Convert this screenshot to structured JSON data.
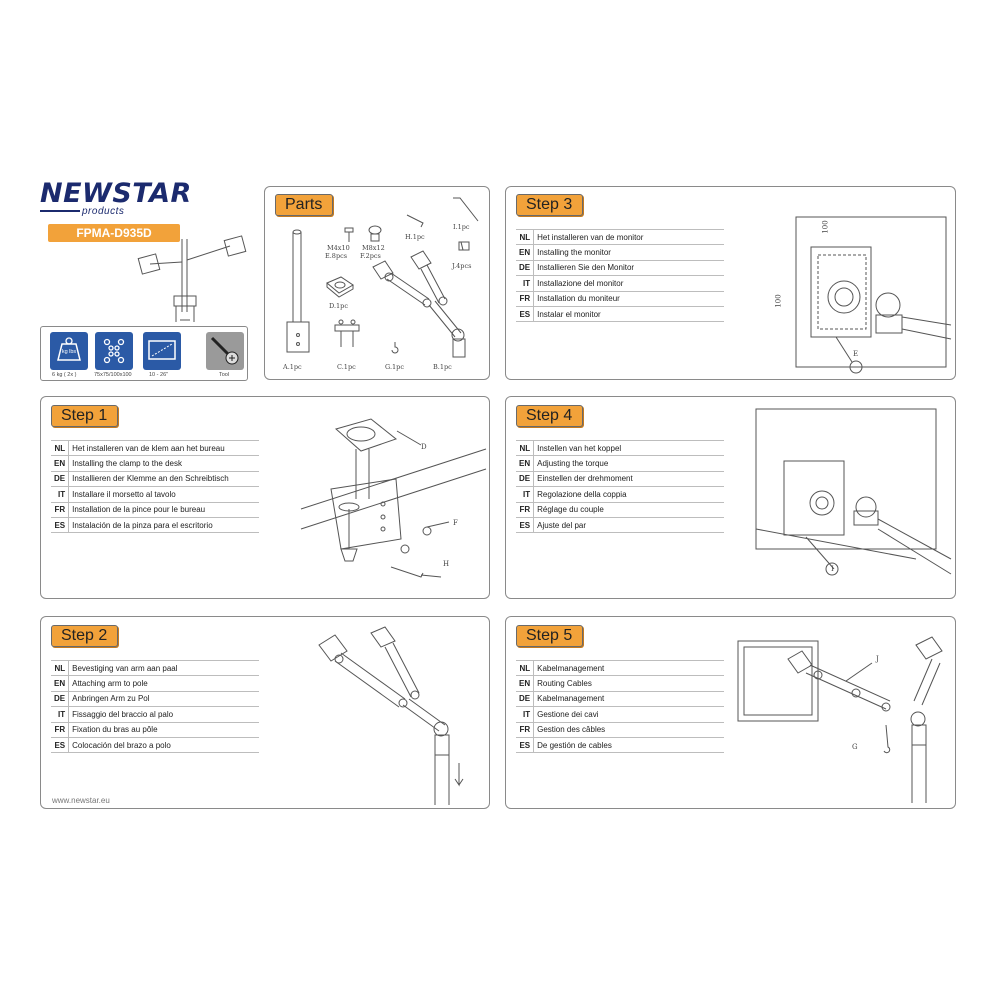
{
  "brand": {
    "name": "NEWSTAR",
    "sub": "products",
    "model": "FPMA-D935D",
    "website": "www.newstar.eu"
  },
  "specs": [
    {
      "icon": "weight-icon",
      "text": "kg lbs",
      "caption": "6 kg ( 2x )"
    },
    {
      "icon": "vesa-holes-icon",
      "caption": "75x75/100x100"
    },
    {
      "icon": "screen-size-icon",
      "caption": "10 - 26\""
    },
    {
      "icon": "screwdriver-icon",
      "caption": "Tool"
    }
  ],
  "parts": {
    "title": "Parts",
    "labels": {
      "a": "A.1pc",
      "b": "B.1pc",
      "c": "C.1pc",
      "d": "D.1pc",
      "e_size": "M4x10",
      "e": "E.8pcs",
      "f_size": "M8x12",
      "f": "F.2pcs",
      "g": "G.1pc",
      "h": "H.1pc",
      "i": "I.1pc",
      "j": "J.4pcs"
    }
  },
  "steps": {
    "step1": {
      "title": "Step 1",
      "rows": [
        {
          "code": "NL",
          "text": "Het installeren van de klem aan het bureau"
        },
        {
          "code": "EN",
          "text": "Installing the clamp to the desk"
        },
        {
          "code": "DE",
          "text": "Installieren der Klemme an den Schreibtisch"
        },
        {
          "code": "IT",
          "text": "Installare il morsetto al tavolo"
        },
        {
          "code": "FR",
          "text": "Installation de la pince pour le bureau"
        },
        {
          "code": "ES",
          "text": "Instalación de la pinza para el escritorio"
        }
      ],
      "callouts": [
        "D",
        "F",
        "H"
      ]
    },
    "step2": {
      "title": "Step 2",
      "rows": [
        {
          "code": "NL",
          "text": "Bevestiging van arm aan paal"
        },
        {
          "code": "EN",
          "text": "Attaching arm to pole"
        },
        {
          "code": "DE",
          "text": "Anbringen Arm zu Pol"
        },
        {
          "code": "IT",
          "text": "Fissaggio del braccio al palo"
        },
        {
          "code": "FR",
          "text": "Fixation du bras au pôle"
        },
        {
          "code": "ES",
          "text": "Colocación del brazo a polo"
        }
      ]
    },
    "step3": {
      "title": "Step 3",
      "rows": [
        {
          "code": "NL",
          "text": "Het installeren van de monitor"
        },
        {
          "code": "EN",
          "text": "Installing the monitor"
        },
        {
          "code": "DE",
          "text": "Installieren Sie den Monitor"
        },
        {
          "code": "IT",
          "text": "Installazione del monitor"
        },
        {
          "code": "FR",
          "text": "Installation du moniteur"
        },
        {
          "code": "ES",
          "text": "Instalar el monitor"
        }
      ],
      "callouts": [
        "E"
      ],
      "dims": [
        "100",
        "100"
      ]
    },
    "step4": {
      "title": "Step 4",
      "rows": [
        {
          "code": "NL",
          "text": "Instellen van het koppel"
        },
        {
          "code": "EN",
          "text": "Adjusting the torque"
        },
        {
          "code": "DE",
          "text": "Einstellen der drehmoment"
        },
        {
          "code": "IT",
          "text": "Regolazione della coppia"
        },
        {
          "code": "FR",
          "text": "Réglage du couple"
        },
        {
          "code": "ES",
          "text": "Ajuste del par"
        }
      ],
      "callouts": [
        "I"
      ]
    },
    "step5": {
      "title": "Step 5",
      "rows": [
        {
          "code": "NL",
          "text": "Kabelmanagement"
        },
        {
          "code": "EN",
          "text": "Routing Cables"
        },
        {
          "code": "DE",
          "text": "Kabelmanagement"
        },
        {
          "code": "IT",
          "text": "Gestione dei cavi"
        },
        {
          "code": "FR",
          "text": "Gestion des câbles"
        },
        {
          "code": "ES",
          "text": "De gestión de cables"
        }
      ],
      "callouts": [
        "J",
        "G"
      ]
    }
  },
  "colors": {
    "accent": "#f2a23a",
    "brand": "#1b2a6e",
    "spec_blue": "#2b5aa6"
  }
}
